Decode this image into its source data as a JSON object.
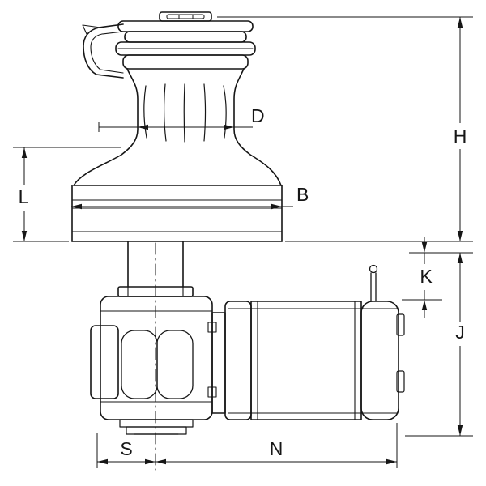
{
  "diagram": {
    "type": "technical-dimension-drawing",
    "labels": {
      "D": "D",
      "H": "H",
      "L": "L",
      "B": "B",
      "K": "K",
      "J": "J",
      "S": "S",
      "N": "N"
    },
    "colors": {
      "line": "#161616",
      "background": "#ffffff"
    }
  }
}
